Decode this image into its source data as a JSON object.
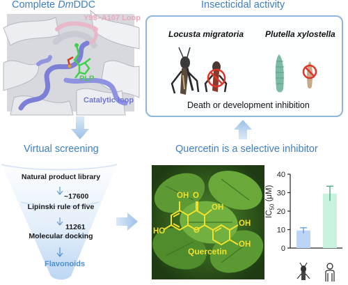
{
  "panels": {
    "top_left": {
      "title_prefix": "Complete ",
      "title_italic": "Dm",
      "title_suffix": "DDC"
    },
    "top_right": {
      "title": "Insecticidal activity"
    },
    "bottom_left": {
      "title": "Virtual screening"
    },
    "bottom_right": {
      "title": "Quercetin is a selective inhibitor"
    }
  },
  "protein": {
    "loop_label": "Y98–A107 Loop",
    "cofactor_label": "PLP",
    "catalytic_label": "Catalytic loop"
  },
  "activity": {
    "species_1": "Locusta migratoria",
    "species_2": "Plutella xylostella",
    "outcome": "Death or development inhibition"
  },
  "funnel": {
    "step_1": "Natural product library",
    "count_1": "~17600",
    "step_2": "Lipinski rule of five",
    "count_2": "11261",
    "step_3": "Molecular docking",
    "result": "Flavonoids"
  },
  "molecule": {
    "name": "Quercetin",
    "oh_1": "OH",
    "o_1": "O",
    "oh_2": "OH",
    "oh_3": "HO",
    "o_2": "O",
    "oh_4": "OH",
    "oh_5": "OH",
    "oh_6": "OH"
  },
  "colors": {
    "accent_blue": "#3d7fc0",
    "box_border": "#8fb6dc",
    "arrow": "#a9c9ec",
    "molecule_yellow": "#f0e12c",
    "bar_insect": "#bcd5f6",
    "bar_human": "#c9f2df"
  },
  "chart_data": {
    "type": "bar",
    "categories": [
      "insect",
      "human"
    ],
    "values": [
      9.5,
      29.5
    ],
    "errors": [
      1.5,
      4.0
    ],
    "ylabel": "IC50 (μM)",
    "ylabel_main": "IC",
    "ylabel_sub": "50",
    "ylabel_unit": " (μM)",
    "ylim": [
      0,
      40
    ],
    "yticks": [
      "0",
      "10",
      "20",
      "30",
      "40"
    ],
    "grid": false
  }
}
